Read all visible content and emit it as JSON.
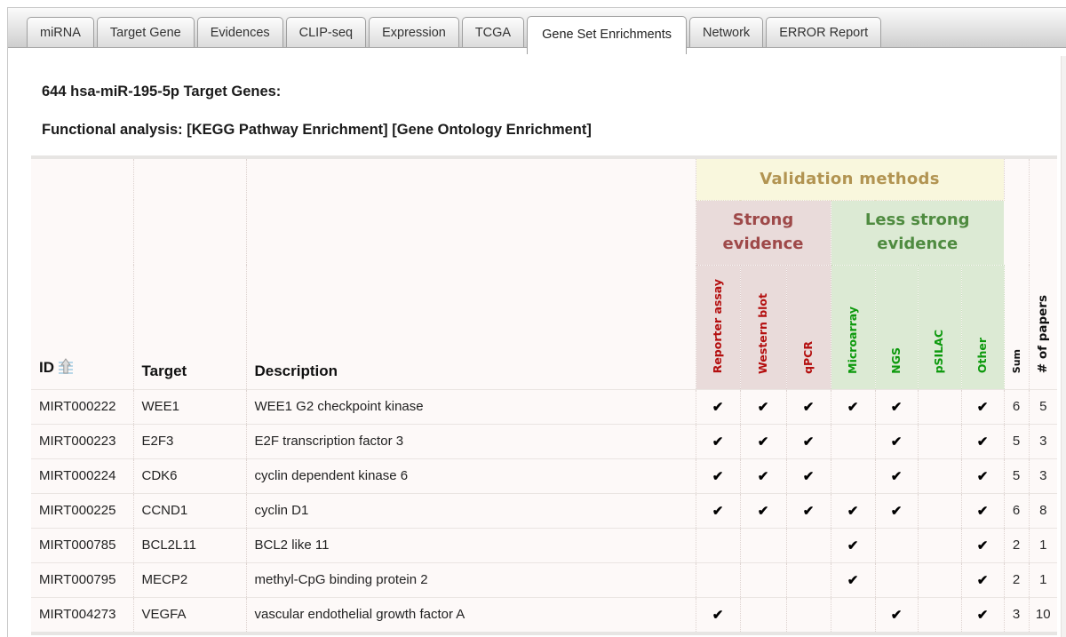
{
  "tabs": [
    {
      "label": "miRNA",
      "active": false
    },
    {
      "label": "Target Gene",
      "active": false
    },
    {
      "label": "Evidences",
      "active": false
    },
    {
      "label": "CLIP-seq",
      "active": false
    },
    {
      "label": "Expression",
      "active": false
    },
    {
      "label": "TCGA",
      "active": false
    },
    {
      "label": "Gene Set Enrichments",
      "active": true
    },
    {
      "label": "Network",
      "active": false
    },
    {
      "label": "ERROR Report",
      "active": false
    }
  ],
  "heading": {
    "target_genes": "644 hsa-miR-195-5p Target Genes:",
    "functional_label": "Functional analysis:",
    "kegg_link": "[KEGG Pathway Enrichment]",
    "go_link": "[Gene Ontology Enrichment]"
  },
  "table": {
    "group_header": "Validation methods",
    "groups": [
      {
        "label": "Strong evidence",
        "columns": [
          "Reporter assay",
          "Western blot",
          "qPCR"
        ]
      },
      {
        "label": "Less strong evidence",
        "columns": [
          "Microarray",
          "NGS",
          "pSILAC",
          "Other"
        ]
      }
    ],
    "static_columns": [
      "ID",
      "Target",
      "Description"
    ],
    "tail_columns": [
      "Sum",
      "# of papers"
    ],
    "check_glyph": "✔",
    "rows": [
      {
        "id": "MIRT000222",
        "target": "WEE1",
        "description": "WEE1 G2 checkpoint kinase",
        "checks": [
          1,
          1,
          1,
          1,
          1,
          0,
          1
        ],
        "sum": "6",
        "papers": "5"
      },
      {
        "id": "MIRT000223",
        "target": "E2F3",
        "description": "E2F transcription factor 3",
        "checks": [
          1,
          1,
          1,
          0,
          1,
          0,
          1
        ],
        "sum": "5",
        "papers": "3"
      },
      {
        "id": "MIRT000224",
        "target": "CDK6",
        "description": "cyclin dependent kinase 6",
        "checks": [
          1,
          1,
          1,
          0,
          1,
          0,
          1
        ],
        "sum": "5",
        "papers": "3"
      },
      {
        "id": "MIRT000225",
        "target": "CCND1",
        "description": "cyclin D1",
        "checks": [
          1,
          1,
          1,
          1,
          1,
          0,
          1
        ],
        "sum": "6",
        "papers": "8"
      },
      {
        "id": "MIRT000785",
        "target": "BCL2L11",
        "description": "BCL2 like 11",
        "checks": [
          0,
          0,
          0,
          1,
          0,
          0,
          1
        ],
        "sum": "2",
        "papers": "1"
      },
      {
        "id": "MIRT000795",
        "target": "MECP2",
        "description": "methyl-CpG binding protein 2",
        "checks": [
          0,
          0,
          0,
          1,
          0,
          0,
          1
        ],
        "sum": "2",
        "papers": "1"
      },
      {
        "id": "MIRT004273",
        "target": "VEGFA",
        "description": "vascular endothelial growth factor A",
        "checks": [
          1,
          0,
          0,
          0,
          1,
          0,
          1
        ],
        "sum": "3",
        "papers": "10"
      }
    ]
  },
  "icons": {
    "id_sort": "sort-ascending-icon"
  },
  "colors": {
    "validation_bg": "#f9f7dd",
    "validation_text": "#b29452",
    "strong_bg": "#e9dbda",
    "strong_text": "#9e4949",
    "strong_col_text": "#b40f0f",
    "less_bg": "#dcead4",
    "less_text": "#4f8b40",
    "less_col_text": "#0c990c",
    "body_bg": "#fdf9f8",
    "check_color": "#000000"
  }
}
